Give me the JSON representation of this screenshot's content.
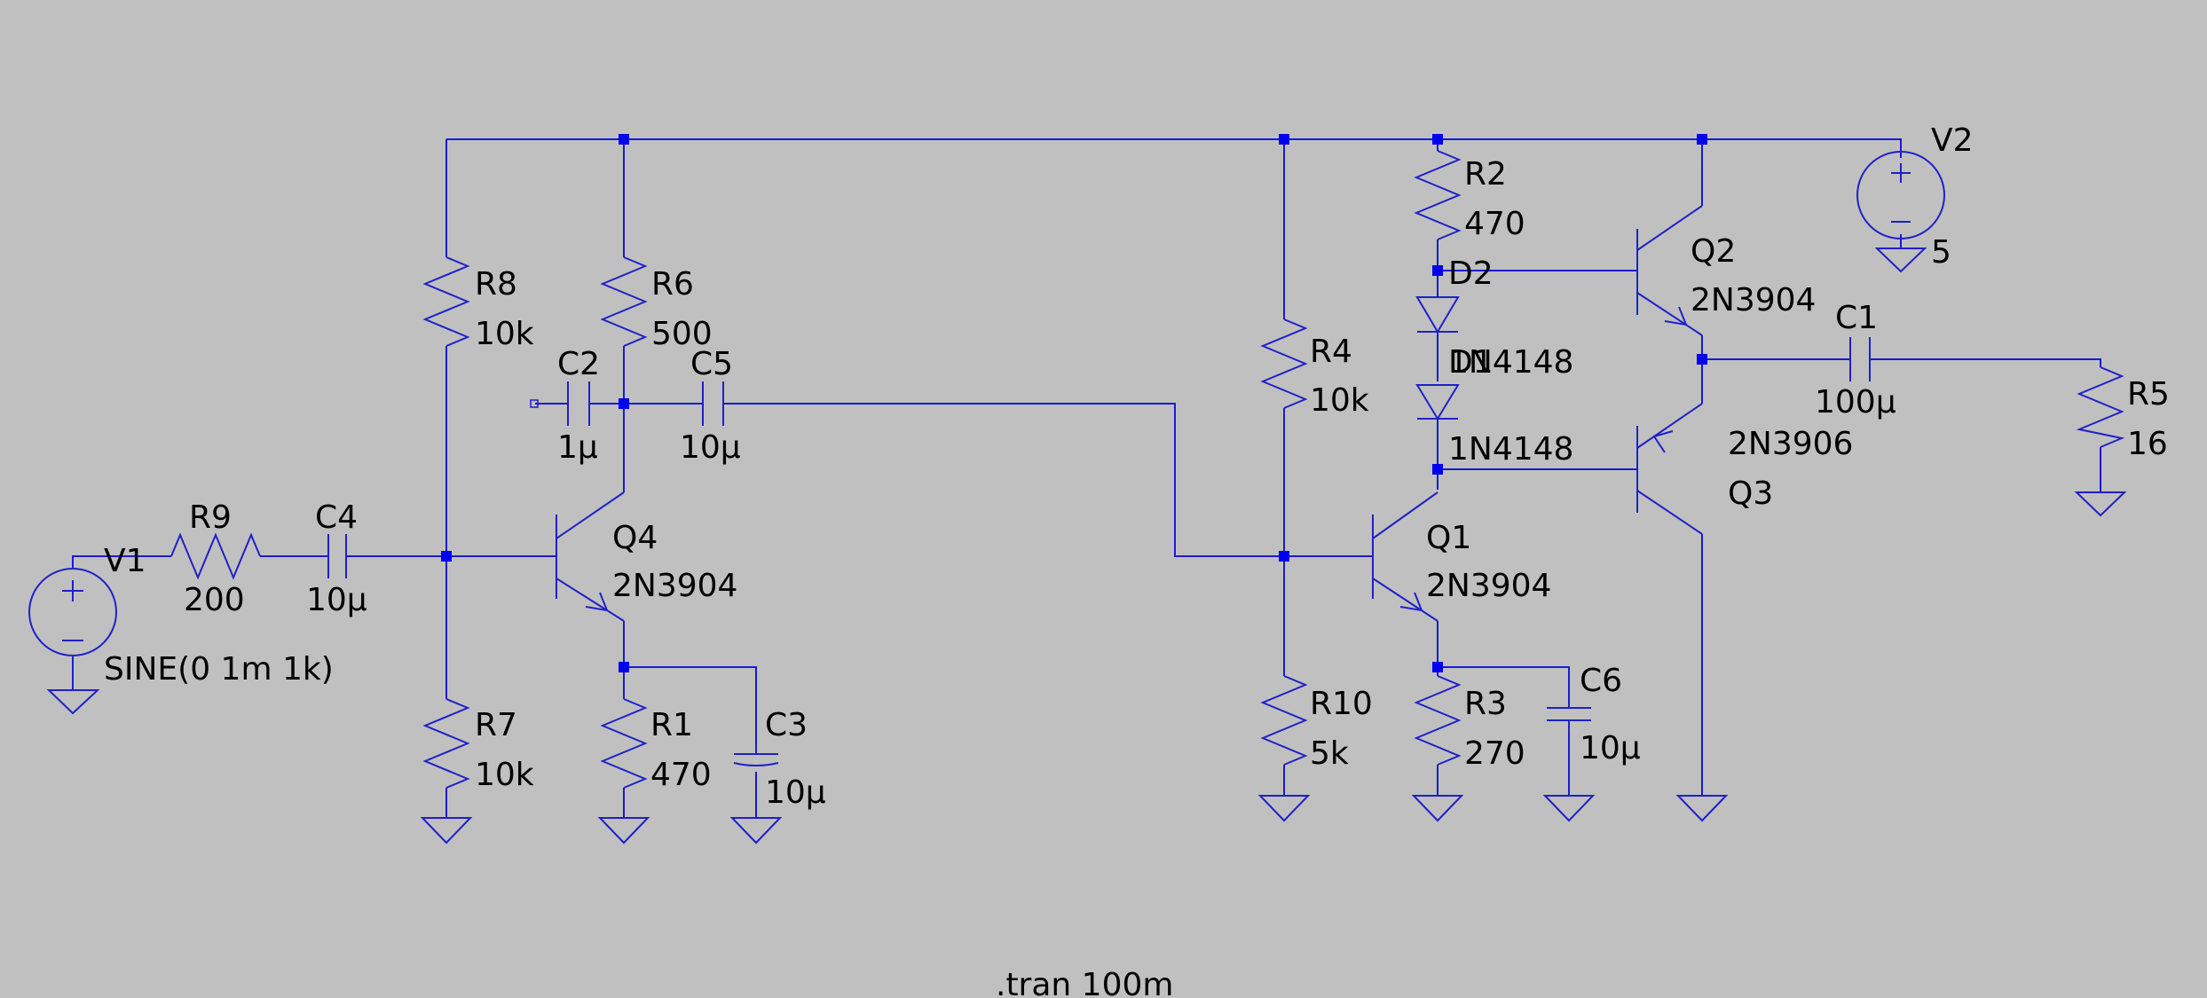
{
  "schematic": {
    "sources": {
      "V1": {
        "name": "V1",
        "value": "SINE(0 1m 1k)"
      },
      "V2": {
        "name": "V2",
        "value": "5"
      }
    },
    "resistors": {
      "R1": {
        "name": "R1",
        "value": "470"
      },
      "R2": {
        "name": "R2",
        "value": "470"
      },
      "R3": {
        "name": "R3",
        "value": "270"
      },
      "R4": {
        "name": "R4",
        "value": "10k"
      },
      "R5": {
        "name": "R5",
        "value": "16"
      },
      "R6": {
        "name": "R6",
        "value": "500"
      },
      "R7": {
        "name": "R7",
        "value": "10k"
      },
      "R8": {
        "name": "R8",
        "value": "10k"
      },
      "R9": {
        "name": "R9",
        "value": "200"
      },
      "R10": {
        "name": "R10",
        "value": "5k"
      }
    },
    "capacitors": {
      "C1": {
        "name": "C1",
        "value": "100µ"
      },
      "C2": {
        "name": "C2",
        "value": "1µ"
      },
      "C3": {
        "name": "C3",
        "value": "10µ"
      },
      "C4": {
        "name": "C4",
        "value": "10µ"
      },
      "C5": {
        "name": "C5",
        "value": "10µ"
      },
      "C6": {
        "name": "C6",
        "value": "10µ"
      }
    },
    "transistors": {
      "Q1": {
        "name": "Q1",
        "model": "2N3904",
        "type": "npn"
      },
      "Q2": {
        "name": "Q2",
        "model": "2N3904",
        "type": "npn"
      },
      "Q3": {
        "name": "Q3",
        "model": "2N3906",
        "type": "pnp"
      },
      "Q4": {
        "name": "Q4",
        "model": "2N3904",
        "type": "npn"
      }
    },
    "diodes": {
      "D1": {
        "name": "D1",
        "model": "1N4148"
      },
      "D2": {
        "name": "D2",
        "model": "1N4148"
      }
    },
    "directive": ".tran 100m",
    "colors": {
      "background": "#c0c0c0",
      "wire": "#1a1ad6",
      "junction": "#0000ee",
      "text": "#000000"
    }
  }
}
